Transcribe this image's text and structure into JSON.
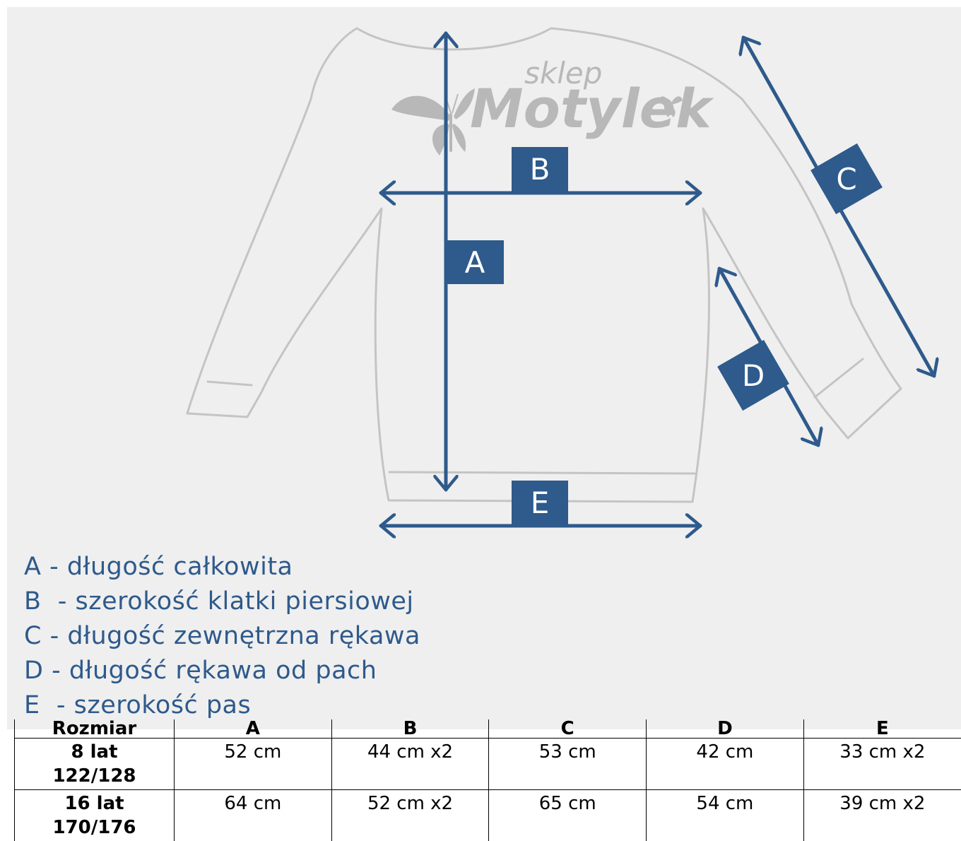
{
  "diagram": {
    "watermark_small": "sklep",
    "watermark_large": "Motylek",
    "measure_labels": [
      "A",
      "B",
      "C",
      "D",
      "E"
    ],
    "colors": {
      "background": "#efefef",
      "outline": "#c4c4c4",
      "accent": "#2e5a8c",
      "watermark": "#b8b8b8"
    },
    "icons": [
      "butterfly-logo-icon",
      "sweater-outline"
    ]
  },
  "legend": [
    "A - długość całkowita",
    "B  - szerokość klatki piersiowej",
    "C - długość zewnętrzna rękawa",
    "D - długość rękawa od pach",
    "E  - szerokość pas"
  ],
  "table": {
    "headers": [
      "Rozmiar",
      "A",
      "B",
      "C",
      "D",
      "E"
    ],
    "rows": [
      {
        "size": [
          "8 lat",
          "122/128"
        ],
        "values": [
          "52 cm",
          "44 cm x2",
          "53 cm",
          "42 cm",
          "33 cm x2"
        ]
      },
      {
        "size": [
          "16 lat",
          "170/176"
        ],
        "values": [
          "64 cm",
          "52 cm x2",
          "65 cm",
          "54 cm",
          "39 cm x2"
        ]
      }
    ]
  }
}
